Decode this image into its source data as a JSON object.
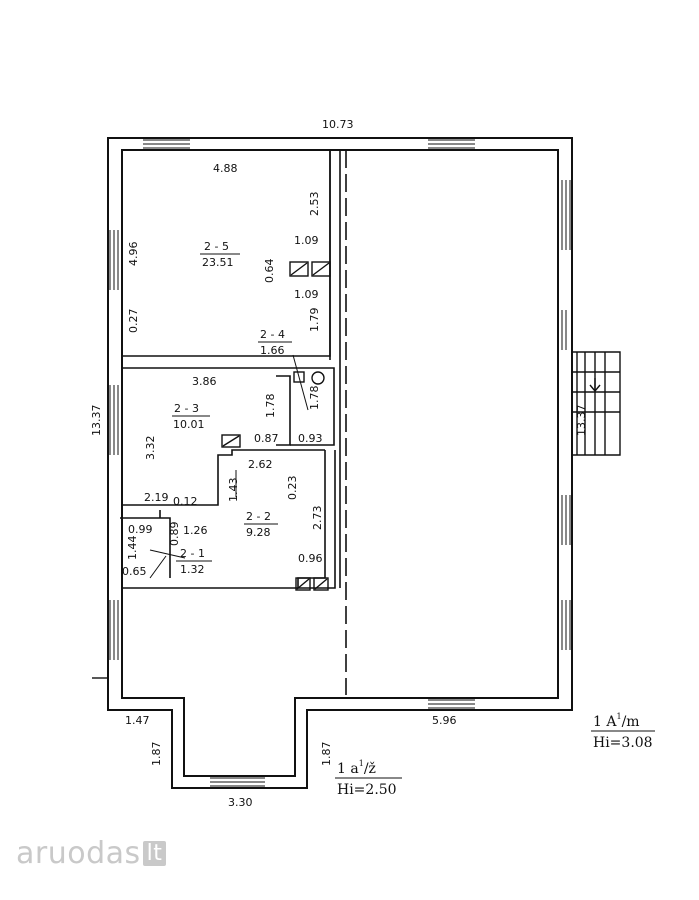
{
  "dimensions": {
    "top_width": "10.73",
    "left_height": "13.37",
    "right_height": "13.37",
    "bottom_left": "1.47",
    "bottom_right": "5.96",
    "entry_left": "1.87",
    "entry_right": "1.87",
    "entry_bottom": "3.30"
  },
  "rooms": [
    {
      "id": "2 - 5",
      "area": "23.51"
    },
    {
      "id": "2 - 4",
      "area": "1.66"
    },
    {
      "id": "2 - 3",
      "area": "10.01"
    },
    {
      "id": "2 - 2",
      "area": "9.28"
    },
    {
      "id": "2 - 1",
      "area": "1.32"
    }
  ],
  "inner_dimensions": {
    "r25_width": "4.88",
    "r25_height": "4.96",
    "r25_right": "2.53",
    "r25_shaft_top": "1.09",
    "r25_shaft_side": "0.64",
    "r25_shaft_bottom": "1.09",
    "r25_low": "0.27",
    "r24_h": "1.79",
    "r23_width": "3.86",
    "r23_height": "3.32",
    "r23_right": "1.78",
    "r23_shaft": "0.87",
    "r23_bottom": "2.19",
    "r23_jog": "0.12",
    "r24_width": "0.93",
    "r24_height": "1.78",
    "r22_width": "2.62",
    "r22_jog": "0.23",
    "r22_left": "1.43",
    "r22_height": "2.73",
    "r22_bottom": "0.96",
    "r22_w2": "1.26",
    "r21_top": "0.99",
    "r21_door": "0.89",
    "r21_height": "1.44",
    "r21_bottom": "0.65"
  },
  "legends": {
    "main_line1": "1 A",
    "main_sup": "1",
    "main_line1_end": "/m",
    "main_line2": "Hi=3.08",
    "entry_line1": "1 a",
    "entry_sup": "1",
    "entry_line1_end": "/ž",
    "entry_line2": "Hi=2.50"
  },
  "watermark": {
    "text": "aruodas",
    "suffix": "lt",
    "color": "#c9c9c9"
  }
}
